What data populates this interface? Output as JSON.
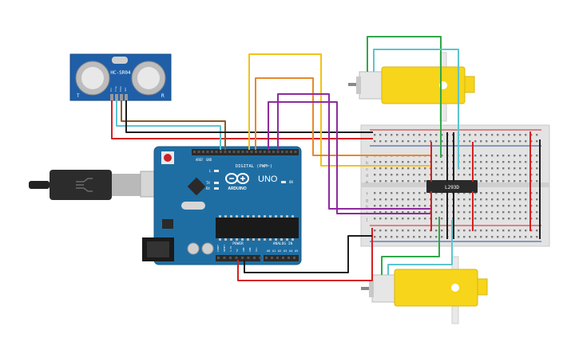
{
  "sensor": {
    "label": "HC-SR04",
    "left_mark": "T",
    "right_mark": "R",
    "pins": [
      "Vcc",
      "Trig",
      "Echo",
      "Gnd"
    ]
  },
  "arduino": {
    "brand": "ARDUINO",
    "model": "UNO",
    "digital_header": "DIGITAL (PWM~)",
    "power_header": "POWER",
    "analog_header": "ANALOG IN",
    "on_label": "ON",
    "tx_label": "TX",
    "rx_label": "RX",
    "l_label": "L",
    "aref_label": "AREF",
    "gnd_label": "GND",
    "power_pins": [
      "IOREF",
      "RESET",
      "3.3V",
      "5V",
      "GND",
      "GND",
      "Vin"
    ],
    "analog_pins": [
      "A0",
      "A1",
      "A2",
      "A3",
      "A4",
      "A5"
    ]
  },
  "driver_chip": {
    "label": "L293D"
  },
  "breadboard": {
    "row_letters_top": [
      "a",
      "b",
      "c",
      "d",
      "e"
    ],
    "row_letters_bottom": [
      "f",
      "g",
      "h",
      "i",
      "j"
    ]
  },
  "colors": {
    "board_blue": "#1f6ea3",
    "wire_red": "#d42020",
    "wire_black": "#1e1e1e",
    "wire_orange": "#e8882a",
    "wire_yellow": "#f2c21c",
    "wire_purple": "#8e2b9e",
    "wire_green": "#2fa84a",
    "wire_cyan": "#5cc4cf",
    "wire_brown": "#8b5a2b",
    "motor_yellow": "#f6d51b"
  }
}
